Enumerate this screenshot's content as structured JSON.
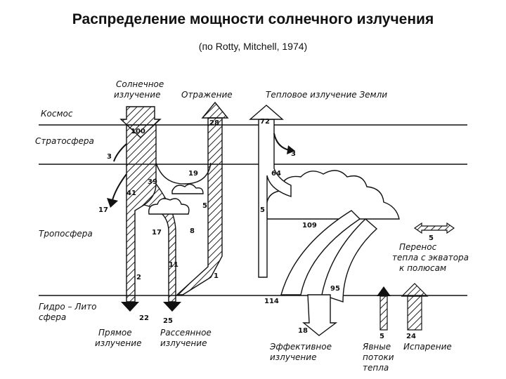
{
  "header": {
    "title": "Распределение мощности солнечного излучения",
    "subtitle": "(по Rotty, Mitchell, 1974)"
  },
  "layers": {
    "space": "Космос",
    "stratosphere": "Стратосфера",
    "troposphere": "Тропосфера",
    "hydro_1": "Гидро – Лито",
    "hydro_2": "сфера"
  },
  "labels": {
    "solar_1": "Солнечное",
    "solar_2": "излучение",
    "reflection": "Отражение",
    "thermal": "Тепловое излучение Земли",
    "transfer_1": "Перенос",
    "transfer_2": "тепла с экватора",
    "transfer_3": "к полюсам",
    "direct_1": "Прямое",
    "direct_2": "излучение",
    "diffuse_1": "Рассеянное",
    "diffuse_2": "излучение",
    "effective_1": "Эффективное",
    "effective_2": "излучение",
    "sensible_1": "Явные",
    "sensible_2": "потоки",
    "sensible_3": "тепла",
    "evaporation": "Испарение"
  },
  "values": {
    "solar": "100",
    "reflect": "28",
    "thermal": "72",
    "strat_abs": "3",
    "strat_return": "3",
    "n19": "19",
    "n39": "39",
    "n41": "41",
    "n64": "64",
    "n5_cloud": "5",
    "n5_tropo": "5",
    "n17_left": "17",
    "n17_mid": "17",
    "n8": "8",
    "n109": "109",
    "n11": "11",
    "n2": "2",
    "n1": "1",
    "n114": "114",
    "n95": "95",
    "n22": "22",
    "n25": "25",
    "n18": "18",
    "n5_sensible": "5",
    "n24": "24",
    "n5_transfer": "5"
  }
}
